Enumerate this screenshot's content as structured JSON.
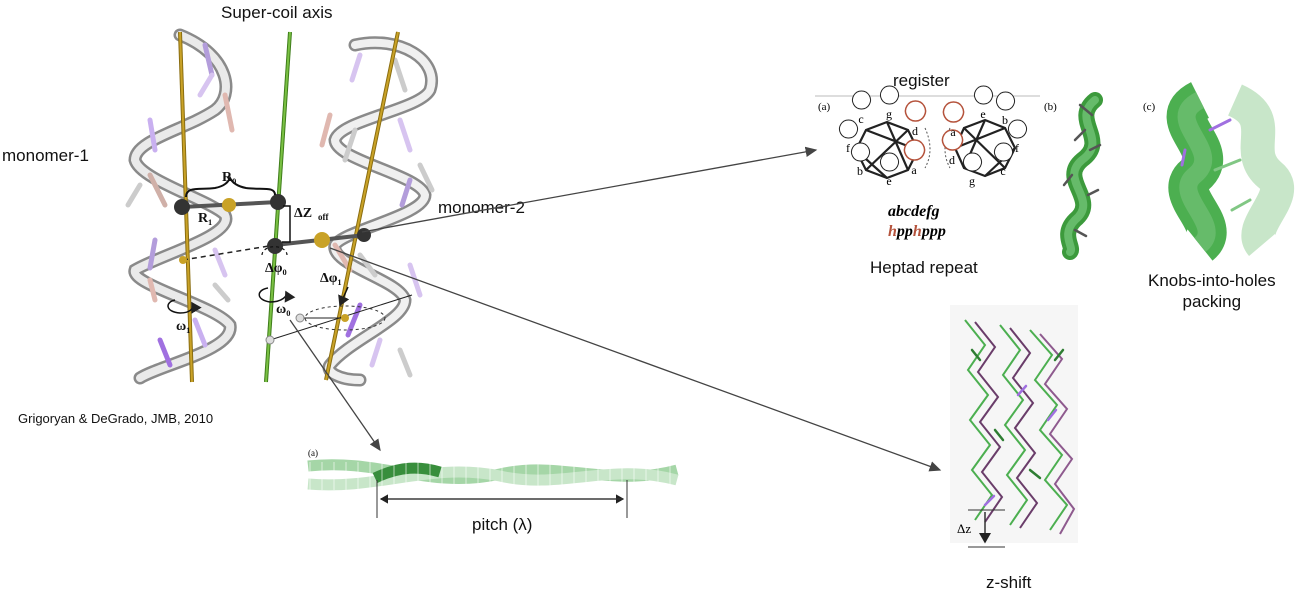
{
  "labels": {
    "supercoil_axis": "Super-coil axis",
    "monomer_1": "monomer-1",
    "monomer_2": "monomer-2",
    "register": "register",
    "heptad_repeat": "Heptad repeat",
    "knobs_into_holes": "Knobs-into-holes\npacking",
    "pitch": "pitch (λ)",
    "z_shift": "z-shift",
    "delta_z": "Δz",
    "citation": "Grigoryan & DeGrado, JMB, 2010"
  },
  "params": {
    "R0": "R₀",
    "R1": "R₁",
    "dZoff": "ΔZ",
    "dZoff_sub": "off",
    "dphi0": "Δφ₀",
    "dphi1": "Δφ₁",
    "omega0": "ω₀",
    "omega1": "ω₁"
  },
  "panels": {
    "a": "(a)",
    "b": "(b)",
    "c": "(c)",
    "pitch_a": "(a)"
  },
  "heptad": {
    "left_wheel": [
      "g",
      "d",
      "a",
      "e",
      "b",
      "f",
      "c"
    ],
    "right_wheel": [
      "e",
      "b",
      "f",
      "c",
      "g",
      "d",
      "a"
    ],
    "sequence": "abcdefg",
    "pattern_h1": "h",
    "pattern_pp1": "pp",
    "pattern_h2": "h",
    "pattern_ppp": "ppp"
  },
  "colors": {
    "green": "#4caf50",
    "olive": "#b8860b",
    "purple": "#a070e0",
    "orange_red": "#b5533c"
  }
}
